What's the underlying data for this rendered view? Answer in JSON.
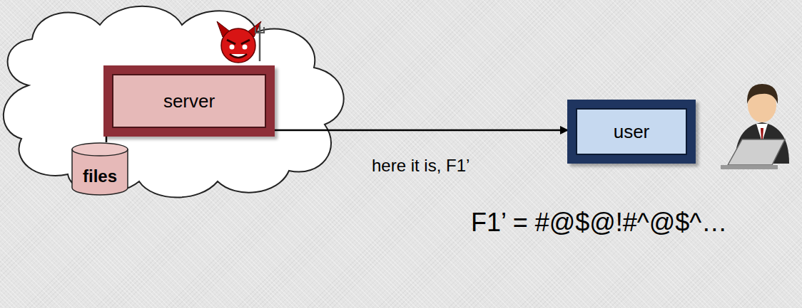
{
  "diagram": {
    "nodes": [
      {
        "text": [
          "server"
        ]
      },
      {
        "text": [
          "files"
        ]
      },
      {
        "text": [
          "user"
        ]
      }
    ],
    "edges": [
      {
        "from": 0,
        "to": 1,
        "arrow": "none"
      },
      {
        "from": 0,
        "to": 2,
        "label": "here it is, F1’",
        "arrow": "to"
      }
    ],
    "labels": [
      "F1’ = #@$@!#^@$^…"
    ]
  }
}
